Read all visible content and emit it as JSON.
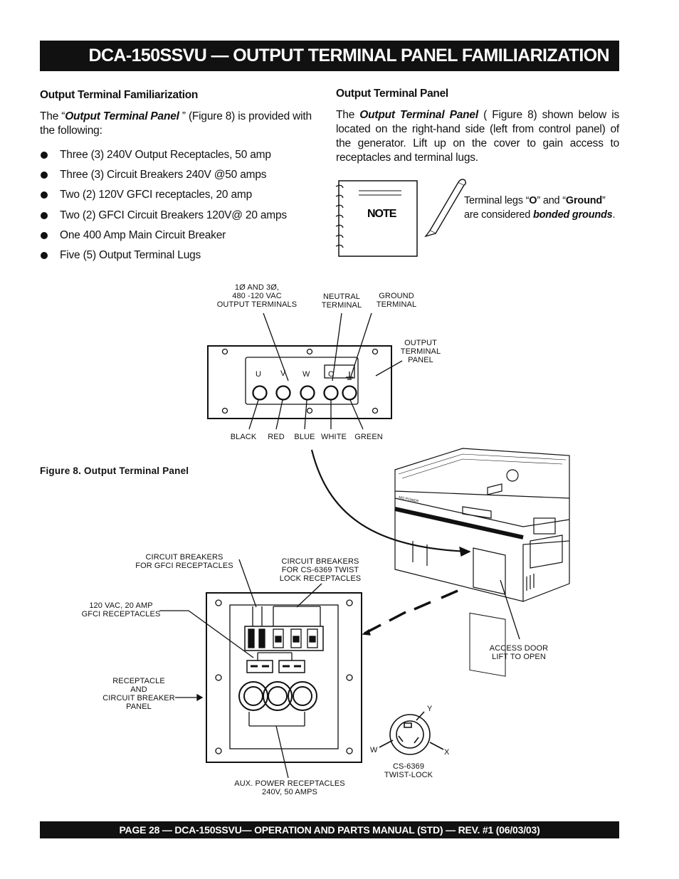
{
  "title": "DCA-150SSVU — OUTPUT TERMINAL PANEL FAMILIARIZATION",
  "left": {
    "heading": "Output Terminal Familiarization",
    "intro_pre": "The “",
    "intro_em": "Output Terminal Panel",
    "intro_post": " ”  (Figure 8) is provided with the following:",
    "bullets": [
      "Three (3) 240V Output Receptacles, 50 amp",
      "Three (3) Circuit Breakers 240V @50 amps",
      "Two (2) 120V GFCI receptacles, 20 amp",
      "Two (2) GFCI Circuit Breakers 120V@ 20 amps",
      "One 400 Amp Main Circuit Breaker",
      "Five (5) Output Terminal Lugs"
    ]
  },
  "right": {
    "heading": "Output Terminal Panel",
    "para_pre": "The ",
    "para_em": "Output Terminal Panel",
    "para_post": " ( Figure 8) shown below is located on the right-hand side (left from control panel) of the generator. Lift up on the cover to gain access to receptacles and terminal lugs."
  },
  "note": {
    "label": "NOTE",
    "t1": "Terminal legs “",
    "t2": "O",
    "t3": "” and “",
    "t4": "Ground",
    "t5": "” are considered ",
    "t6": "bonded grounds",
    "t7": "."
  },
  "figure": {
    "caption": "Figure  8.  Output  Terminal  Panel",
    "labels": {
      "output_terminals": [
        "1Ø AND 3Ø,",
        "480 -120 VAC",
        "OUTPUT TERMINALS"
      ],
      "neutral": [
        "NEUTRAL",
        "TERMINAL"
      ],
      "ground": [
        "GROUND",
        "TERMINAL"
      ],
      "output_panel": [
        "OUTPUT",
        "TERMINAL",
        "PANEL"
      ],
      "terminals": [
        "U",
        "V",
        "W",
        "O"
      ],
      "colors": [
        "BLACK",
        "RED",
        "BLUE",
        "WHITE",
        "GREEN"
      ],
      "cb_gfci": [
        "CIRCUIT BREAKERS",
        "FOR GFCI RECEPTACLES"
      ],
      "cb_twist": [
        "CIRCUIT BREAKERS",
        "FOR CS-6369 TWIST",
        "LOCK RECEPTACLES"
      ],
      "gfci_recept": [
        "120 VAC, 20 AMP",
        "GFCI RECEPTACLES"
      ],
      "recept_panel": [
        "RECEPTACLE",
        "AND",
        "CIRCUIT BREAKER",
        "PANEL"
      ],
      "aux_power": [
        "AUX. POWER RECEPTACLES",
        "240V, 50 AMPS"
      ],
      "access_door": [
        "ACCESS DOOR",
        "LIFT TO OPEN"
      ],
      "twist_lock": [
        "CS-6369",
        "TWIST-LOCK"
      ],
      "plug_letters": [
        "Y",
        "W",
        "X"
      ],
      "brand": "MQ POWER"
    }
  },
  "footer": "PAGE 28 — DCA-150SSVU—  OPERATION AND PARTS  MANUAL  (STD) — REV. #1  (06/03/03)"
}
